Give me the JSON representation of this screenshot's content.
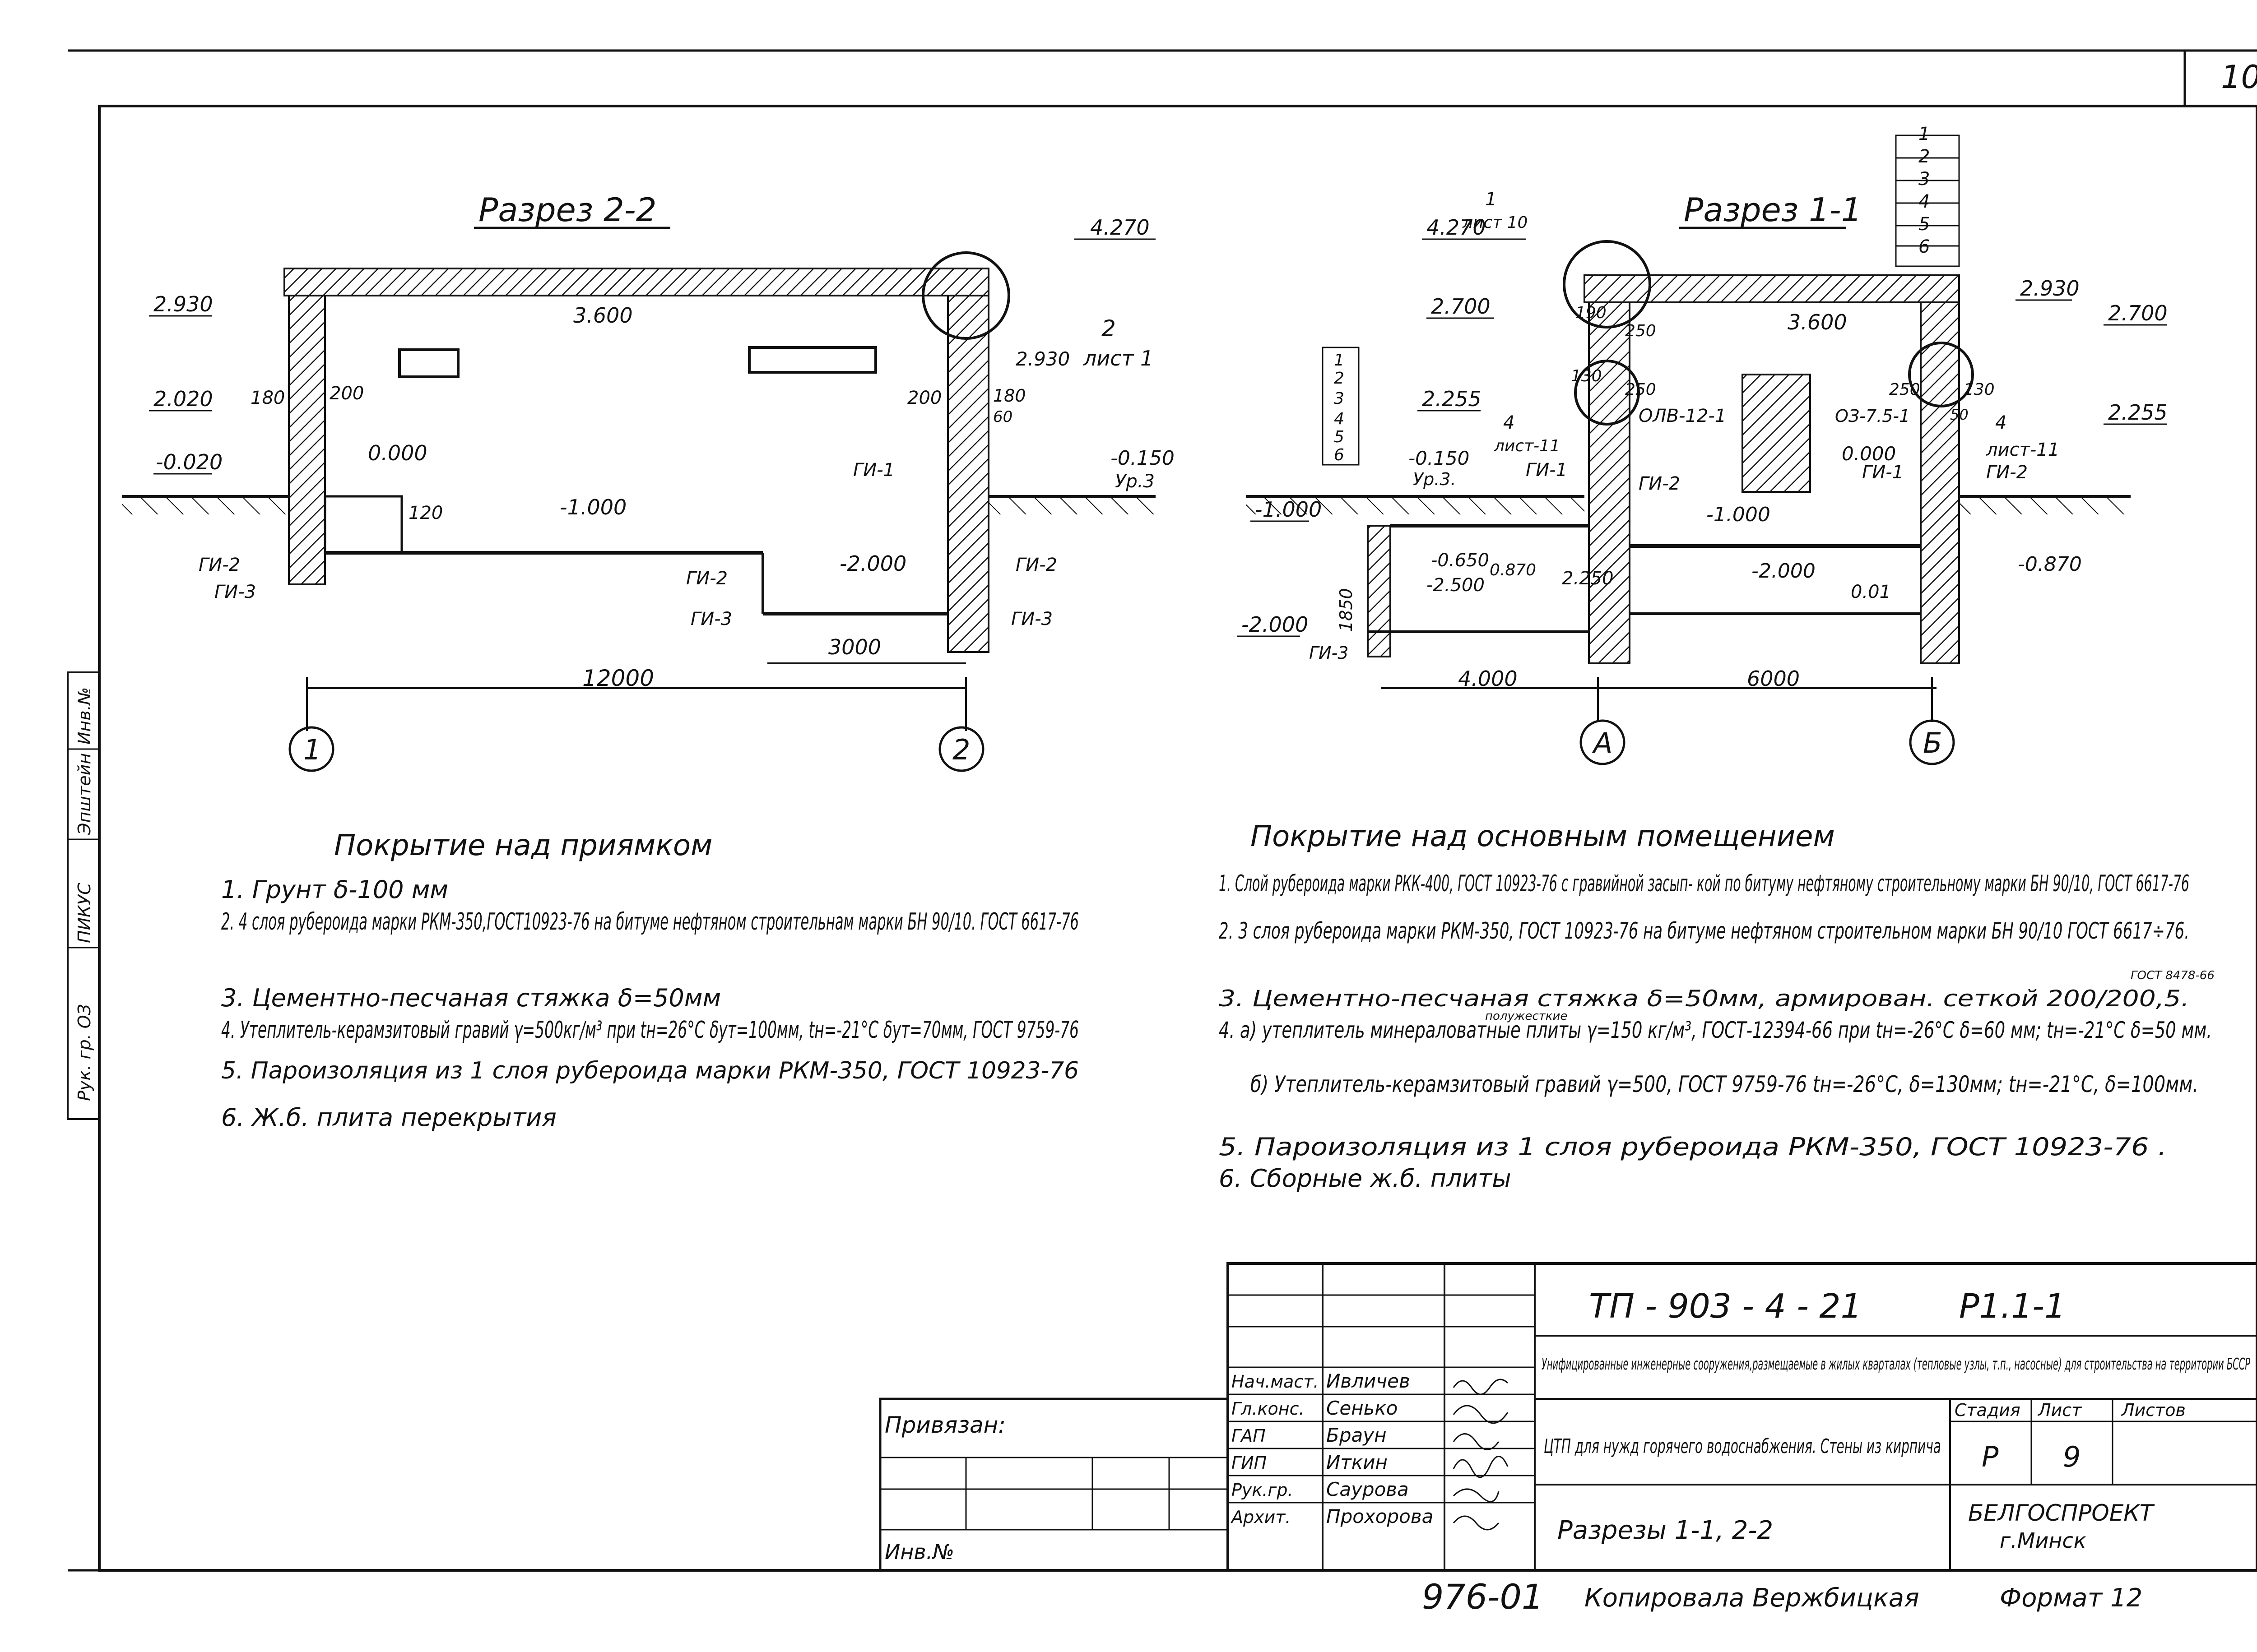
{
  "sheet_number": "10",
  "section_2_2": {
    "title": "Разрез 2-2",
    "levels": [
      "4.270",
      "2.930",
      "3.600",
      "2.930",
      "2.020",
      "-0.020",
      "0.000",
      "-1.000",
      "-2.000",
      "-0.150"
    ],
    "level_note": "Ур.3",
    "dims": [
      "180",
      "200",
      "200",
      "180",
      "60",
      "120",
      "3000",
      "12000"
    ],
    "callout_num": "2",
    "callout_sheet": "лист 1",
    "labels": [
      "ГИ-1",
      "ГИ-2",
      "ГИ-3",
      "ГИ-2",
      "ГИ-3",
      "ГИ-2",
      "ГИ-3"
    ],
    "axis_left": "1",
    "axis_right": "2"
  },
  "section_1_1": {
    "title": "Разрез 1-1",
    "levels": [
      "4.270",
      "2.700",
      "2.255",
      "-0.150",
      "-1.000",
      "-2.000",
      "-0.650",
      "-2.500",
      "0.870",
      "2.250",
      "-1.000",
      "-2.000",
      "3.600",
      "2.930",
      "2.700",
      "2.255",
      "0.000",
      "-0.870",
      "0.01"
    ],
    "level_note": "Ур.3.",
    "callout_top_num": "1",
    "callout_top_sheet": "лист 10",
    "layer_numbers": [
      "1",
      "2",
      "3",
      "4",
      "5",
      "6"
    ],
    "dims": [
      "190",
      "250",
      "130",
      "250",
      "250",
      "130",
      "50",
      "1850",
      "4.000",
      "6000"
    ],
    "callout_left_num": "4",
    "callout_left_sheet": "лист-11",
    "callout_right_num": "4",
    "callout_right_sheet": "лист-11",
    "elements": [
      "ОЛВ-12-1",
      "ОЗ-7.5-1"
    ],
    "labels": [
      "ГИ-1",
      "ГИ-2",
      "ГИ-1",
      "ГИ-2",
      "ГИ-3"
    ],
    "axis_left": "А",
    "axis_right": "Б"
  },
  "notes_left": {
    "title": "Покрытие над приямком",
    "items": [
      "1. Грунт δ-100 мм",
      "2. 4 слоя рубероида марки РКМ-350,ГОСТ10923-76 на битуме нефтяном строительнам марки БН 90/10. ГОСТ 6617-76",
      "3. Цементно-песчаная стяжка δ=50мм",
      "4. Утеплитель-керамзитовый гравий γ=500кг/м³ при tн=26°С δут=100мм, tн=-21°С δут=70мм, ГОСТ 9759-76",
      "5. Пароизоляция из 1 слоя рубероида марки РКМ-350, ГОСТ 10923-76",
      "6. Ж.б. плита перекрытия"
    ]
  },
  "notes_right": {
    "title": "Покрытие над основным помещением",
    "items": [
      "1. Слой рубероида марки РКК-400, ГОСТ 10923-76 с гравийной засып- кой по битуму нефтяному строительному марки БН 90/10, ГОСТ 6617-76",
      "2. 3 слоя рубероида марки РКМ-350, ГОСТ 10923-76 на битуме нефтяном строительном марки БН 90/10 ГОСТ 6617÷76.",
      "3. Цементно-песчаная стяжка δ=50мм, армирован. сеткой 200/200,5.",
      "4. а) утеплитель минераловатные плиты γ=150 кг/м³, ГОСТ-12394-66 при tн=-26°С δ=60 мм; tн=-21°С δ=50 мм.",
      "б) Утеплитель-керамзитовый гравий γ=500, ГОСТ 9759-76 tн=-26°С, δ=130мм; tн=-21°С, δ=100мм.",
      "5. Пароизоляция из 1 слоя рубероида РКМ-350, ГОСТ 10923-76 .",
      "6. Сборные ж.б. плиты"
    ],
    "note_gost": "ГОСТ 8478-66",
    "note_mesh": "полужесткие"
  },
  "side_stamp": [
    "Рук. гр. ОЗ",
    "ПИКУС",
    "Эпштейн",
    "Инв.№"
  ],
  "title_block": {
    "code": "ТП - 903 - 4 - 21",
    "set": "Р1.1-1",
    "description": "Унифицированные инженерные сооружения,размещаемые в жилых кварталах (тепловые узлы, т.п., насосные) для строительства на территории БССР",
    "object": "ЦТП для нужд горячего водоснабжения. Стены из кирпича",
    "sheet_title": "Разрезы 1-1, 2-2",
    "stage_header": "Стадия",
    "sheet_header": "Лист",
    "sheets_header": "Листов",
    "stage": "Р",
    "sheet": "9",
    "org": "БЕЛГОСПРОЕКТ",
    "city": "г.Минск",
    "roles": [
      {
        "role": "Нач.маст.",
        "name": "Ивличев"
      },
      {
        "role": "Гл.конс.",
        "name": "Сенько"
      },
      {
        "role": "ГАП",
        "name": "Браун"
      },
      {
        "role": "ГИП",
        "name": "Иткин"
      },
      {
        "role": "Рук.гр.",
        "name": "Саурова"
      },
      {
        "role": "Архит.",
        "name": "Прохорова"
      }
    ],
    "bound_label": "Привязан:",
    "inv_label": "Инв.№"
  },
  "bottom": {
    "number": "976-01",
    "copied": "Копировала Вержбицкая",
    "format": "Формат 12"
  }
}
